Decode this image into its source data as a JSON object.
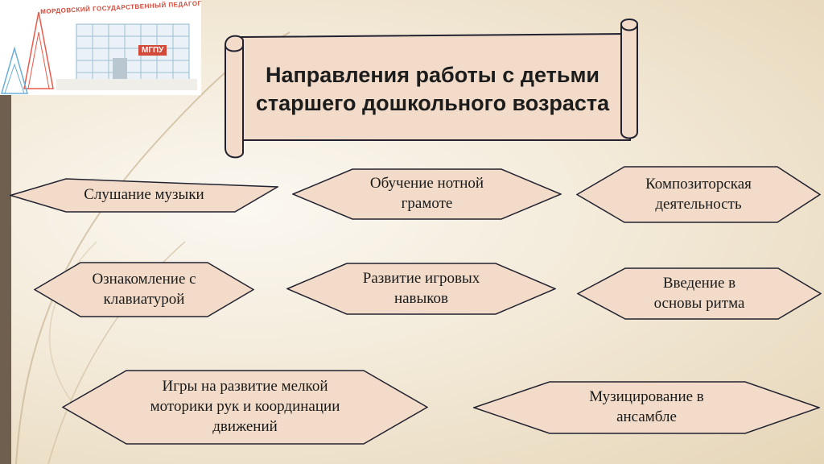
{
  "logo": {
    "caption": "МОРДОВСКИЙ ГОСУДАРСТВЕННЫЙ ПЕДАГОГИЧЕСКИЙ УНИВЕРСИТЕТ",
    "badge": "МГПУ"
  },
  "title": "Направления работы с детьми старшего дошкольного возраста",
  "colors": {
    "fill": "#f2dcc9",
    "stroke": "#222230",
    "accent": "#d34a3a"
  },
  "directions": [
    {
      "label": "Слушание музыки"
    },
    {
      "label": "Обучение нотной грамоте"
    },
    {
      "label": "Композиторская деятельность"
    },
    {
      "label": "Ознакомление с клавиатурой"
    },
    {
      "label": "Развитие игровых навыков"
    },
    {
      "label": "Введение в основы ритма"
    },
    {
      "label": "Игры на развитие мелкой моторики рук и координации движений"
    },
    {
      "label": "Музицирование в ансамбле"
    }
  ]
}
